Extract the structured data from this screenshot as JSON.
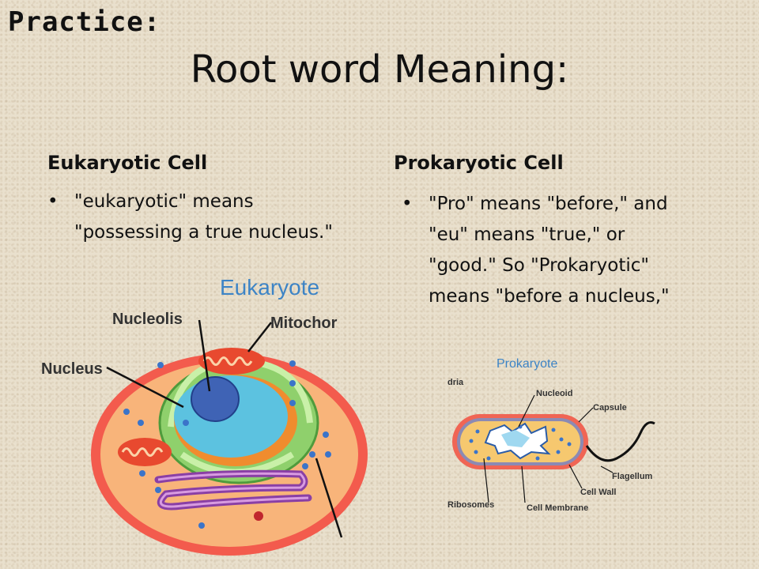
{
  "slide": {
    "practice_label": "Practice:",
    "title": "Root word Meaning:"
  },
  "left": {
    "heading": "Eukaryotic Cell",
    "bullet_line1": "\"eukaryotic\" means",
    "bullet_line2": "\"possessing a true nucleus.\""
  },
  "right": {
    "heading": "Prokaryotic Cell",
    "bullet_line1": "\"Pro\" means \"before,\" and",
    "bullet_line2": "\"eu\" means \"true,\" or",
    "bullet_line3": "\"good.\" So \"Prokaryotic\"",
    "bullet_line4": "means \"before a nucleus,\""
  },
  "eukaryote_diagram": {
    "title": "Eukaryote",
    "labels": {
      "nucleolis": "Nucleolis",
      "mitochor": "Mitochor",
      "nucleus": "Nucleus"
    }
  },
  "prokaryote_diagram": {
    "title": "Prokaryote",
    "labels": {
      "dria": "dria",
      "nucleoid": "Nucleoid",
      "capsule": "Capsule",
      "flagellum": "Flagellum",
      "cell_wall": "Cell Wall",
      "ribosomes": "Ribosomes",
      "cell_membrane": "Cell Membrane"
    }
  }
}
